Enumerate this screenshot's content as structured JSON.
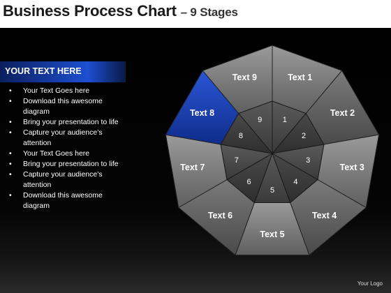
{
  "header": {
    "title": "Business Process Chart",
    "subtitle": "– 9 Stages"
  },
  "sidebar": {
    "heading": "YOUR TEXT HERE",
    "bullets": [
      "Your Text Goes here",
      "Download this awesome diagram",
      "Bring your presentation to life",
      "Capture your audience’s attention",
      "Your Text Goes here",
      "Bring your presentation to life",
      "Capture your audience’s attention",
      "Download this awesome diagram"
    ]
  },
  "diagram": {
    "highlight_color": "#1a3fb0",
    "segments": [
      {
        "label": "Text 1",
        "number": "1"
      },
      {
        "label": "Text 2",
        "number": "2"
      },
      {
        "label": "Text 3",
        "number": "3"
      },
      {
        "label": "Text 4",
        "number": "4"
      },
      {
        "label": "Text 5",
        "number": "5"
      },
      {
        "label": "Text 6",
        "number": "6"
      },
      {
        "label": "Text 7",
        "number": "7"
      },
      {
        "label": "Text 8",
        "number": "8",
        "highlighted": true
      },
      {
        "label": "Text 9",
        "number": "9"
      }
    ]
  },
  "footer": {
    "logo": "Your Logo"
  }
}
